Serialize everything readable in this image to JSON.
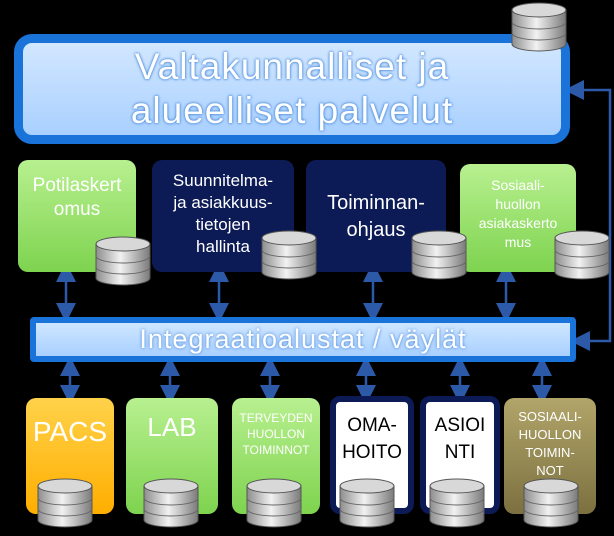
{
  "top": {
    "label": "Valtakunnalliset ja\nalueelliset palvelut"
  },
  "middle": [
    {
      "label": "Potilaskert\nomus",
      "style": "green"
    },
    {
      "label": "Suunnitelma-\nja asiakkuus-\ntietojen\nhallinta",
      "style": "navy"
    },
    {
      "label": "Toiminnan-\nohjaus",
      "style": "navy"
    },
    {
      "label": "Sosiaali-\nhuollon\nasiakaskerto\nmus",
      "style": "green"
    }
  ],
  "bar": {
    "label": "Integraatioalustat / väylät"
  },
  "bottom": [
    {
      "label": "PACS",
      "style": "orange"
    },
    {
      "label": "LAB",
      "style": "green"
    },
    {
      "label": "TERVEYDEN\nHUOLLON\nTOIMINNOT",
      "style": "green"
    },
    {
      "label": "OMA-\nHOITO",
      "style": "white-bordered"
    },
    {
      "label": "ASIOI\nNTI",
      "style": "white-bordered"
    },
    {
      "label": "SOSIAALI-\nHUOLLON\nTOIMIN-\nNOT",
      "style": "olive"
    }
  ],
  "colors": {
    "background": "#000000",
    "accent_blue": "#1a73d9",
    "light_blue": "#b8dbff",
    "green": "#8ee05c",
    "navy": "#0c1a55",
    "orange": "#ffb300",
    "olive": "#8a7e45",
    "arrow": "#1b3c7a"
  }
}
